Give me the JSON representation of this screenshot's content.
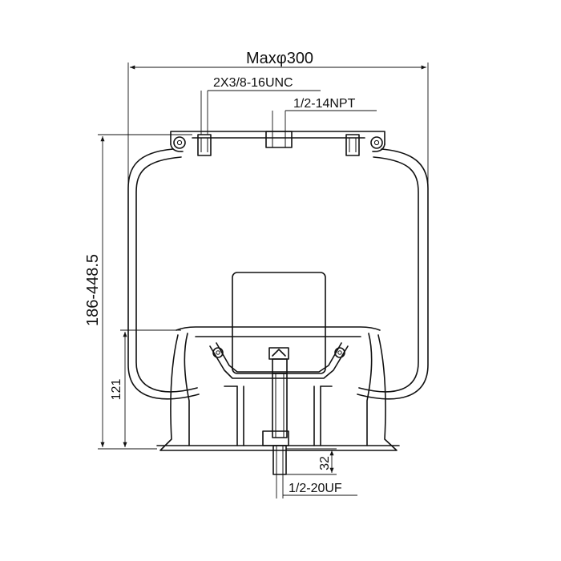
{
  "dimensions": {
    "max_diameter": "Maxφ300",
    "bolt_thread": "2X3/8-16UNC",
    "air_inlet": "1/2-14NPT",
    "height_range": "186-448.5",
    "piston_height": "121",
    "stud_length": "32",
    "stud_thread": "1/2-20UF"
  },
  "colors": {
    "line": "#111111",
    "background": "#ffffff"
  }
}
